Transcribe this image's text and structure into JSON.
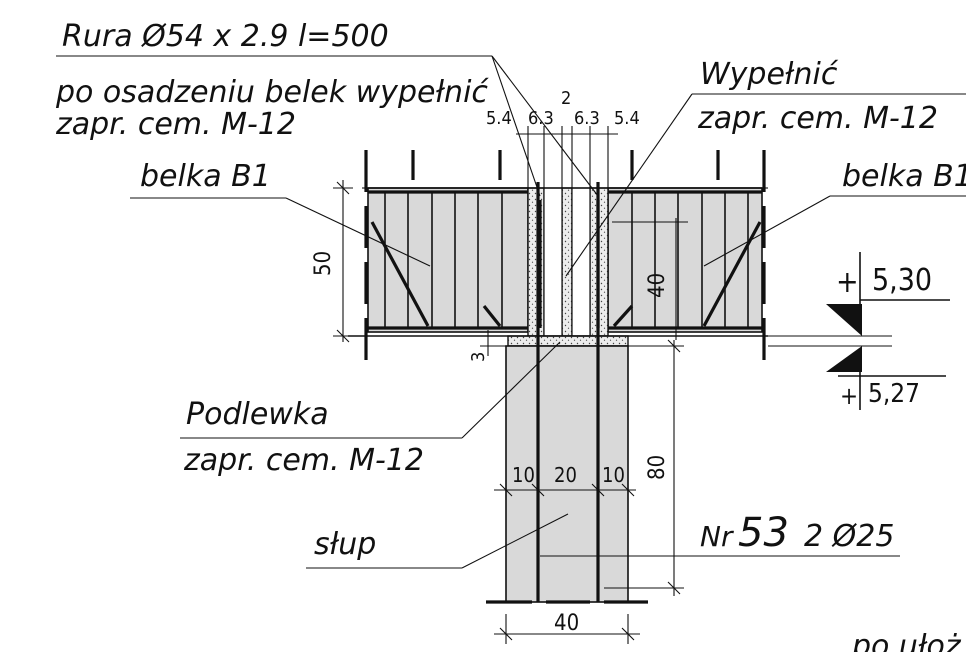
{
  "labels": {
    "pipe": "Rura Ø54  x  2.9  l=500",
    "fill_note_1": "po  osadzeniu  belek  wypełnić",
    "fill_note_2": "zapr.  cem.  M-12",
    "wypelnic_1": "Wypełnić",
    "wypelnic_2": "zapr.  cem.  M-12",
    "beam_left": "belka  B1",
    "beam_right": "belka  B1",
    "grout_1": "Podlewka",
    "grout_2": "zapr.  cem.  M-12",
    "column": "słup",
    "rebar_prefix": "Nr",
    "rebar_number": "53",
    "rebar_spec": "2 Ø25",
    "bottom_note": "po  ułoż"
  },
  "dimensions": {
    "top_5_4_left": "5.4",
    "top_6_3_left": "6.3",
    "top_2": "2",
    "top_6_3_right": "6.3",
    "top_5_4_right": "5.4",
    "beam_height": "50",
    "inner_40": "40",
    "gap_3": "3",
    "col_10_left": "10",
    "col_20": "20",
    "col_10_right": "10",
    "col_80": "80",
    "col_width_40": "40"
  },
  "elevations": {
    "upper": "5,30",
    "lower": "5,27"
  },
  "colors": {
    "concrete": "#d9d9d9",
    "ink": "#111111"
  }
}
